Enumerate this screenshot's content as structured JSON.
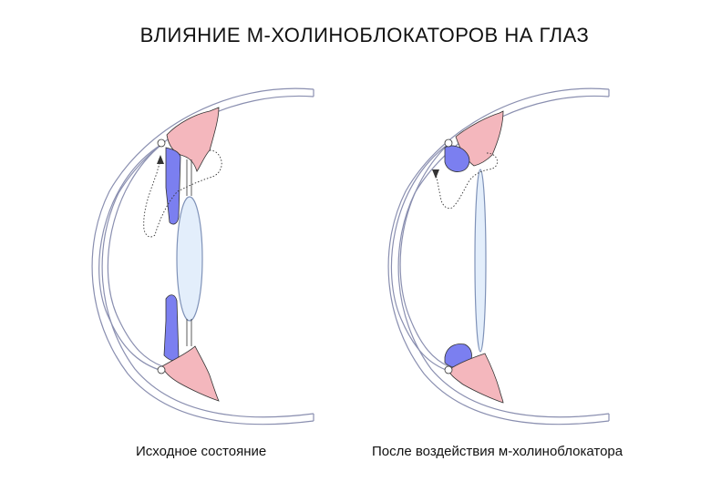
{
  "title": "ВЛИЯНИЕ  М-ХОЛИНОБЛОКАТОРОВ  НА  ГЛАЗ",
  "captions": {
    "before": "Исходное состояние",
    "after": "После воздействия  м-холиноблокатора"
  },
  "colors": {
    "sclera_fill": "#ffffff",
    "sclera_stroke": "#8a8fb0",
    "iris_muscle": "#f4b7bd",
    "sphincter_blue": "#7b7ff0",
    "lens_fill": "#e3eefb",
    "lens_stroke": "#7f92b8",
    "outline": "#333333"
  },
  "icons": [
    "eye-before-diagram",
    "eye-after-diagram",
    "arrow-up-icon",
    "arrow-down-icon"
  ]
}
